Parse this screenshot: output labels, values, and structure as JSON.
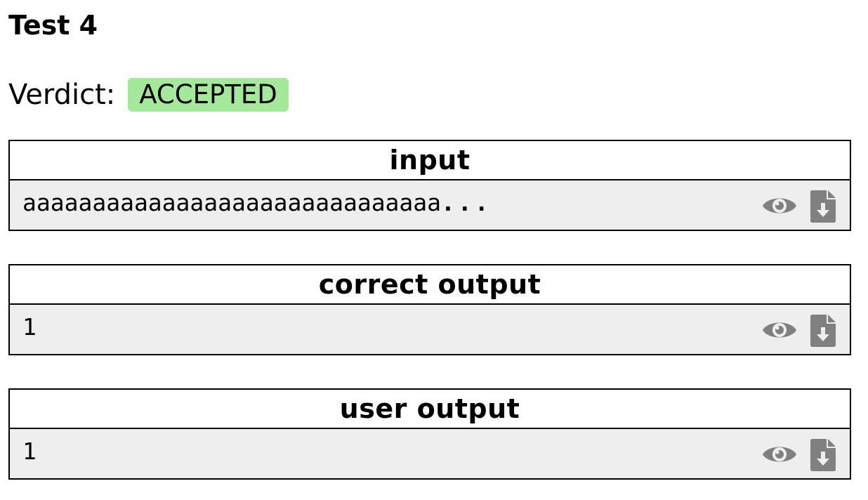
{
  "test": {
    "title": "Test 4"
  },
  "verdict": {
    "label": "Verdict:",
    "value": "ACCEPTED",
    "color": "#a3e89b"
  },
  "panels": [
    {
      "header": "input",
      "content": "aaaaaaaaaaaaaaaaaaaaaaaaaaaaaa",
      "truncation": "...",
      "icons": [
        "eye-icon",
        "download-file-icon"
      ]
    },
    {
      "header": "correct output",
      "content": "1",
      "truncation": "",
      "icons": [
        "eye-icon",
        "download-file-icon"
      ]
    },
    {
      "header": "user output",
      "content": "1",
      "truncation": "",
      "icons": [
        "eye-icon",
        "download-file-icon"
      ]
    }
  ],
  "colors": {
    "panel_background": "#eeeeee",
    "icon": "#808080",
    "border": "#000000"
  }
}
